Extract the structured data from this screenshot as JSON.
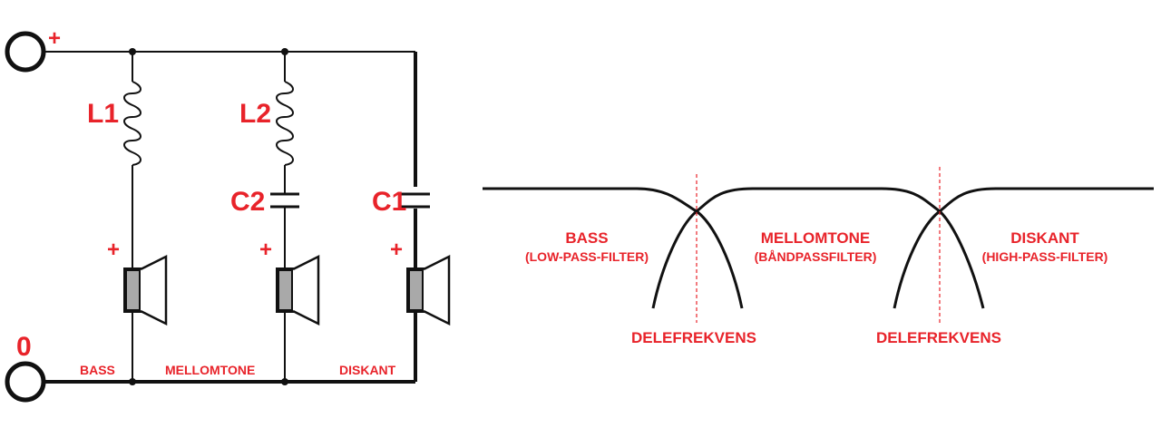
{
  "colors": {
    "accent": "#e8232a",
    "line": "#111111",
    "speaker_fill": "#a9a9a9"
  },
  "terminals": {
    "positive": "+",
    "zero": "0"
  },
  "components": {
    "l1": "L1",
    "l2": "L2",
    "c2": "C2",
    "c1": "C1"
  },
  "speaker_polarity": "+",
  "drivers": {
    "bass": "BASS",
    "mid": "MELLOMTONE",
    "treble": "DISKANT"
  },
  "response": {
    "bass_title": "BASS",
    "bass_sub": "(LOW-PASS-FILTER)",
    "mid_title": "MELLOMTONE",
    "mid_sub": "(BÅNDPASSFILTER)",
    "treble_title": "DISKANT",
    "treble_sub": "(HIGH-PASS-FILTER)",
    "crossover_1": "DELEFREKVENS",
    "crossover_2": "DELEFREKVENS"
  }
}
